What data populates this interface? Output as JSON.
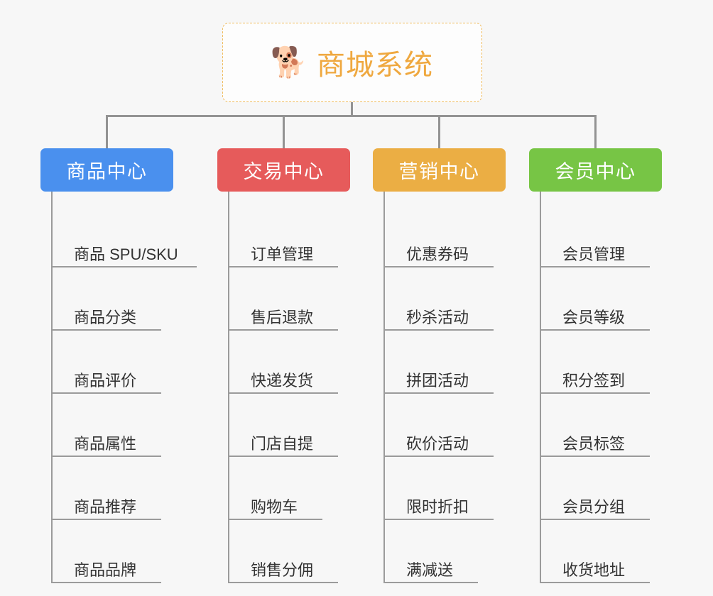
{
  "root": {
    "title": "商城系统",
    "icon": "shiba-dog-face-icon",
    "icon_glyph": "🐕",
    "border_color": "#f0bc5e",
    "text_color": "#efa83f",
    "background": "#fdfdfd"
  },
  "canvas": {
    "background": "#f7f7f7",
    "connector_color": "#939393",
    "leaf_rule_color": "#9b9b9b",
    "leaf_text_color": "#333333"
  },
  "categories": [
    {
      "label": "商品中心",
      "color": "#4a90ee",
      "items": [
        {
          "label": "商品 SPU/SKU",
          "rule_width": 205
        },
        {
          "label": "商品分类",
          "rule_width": 155
        },
        {
          "label": "商品评价",
          "rule_width": 155
        },
        {
          "label": "商品属性",
          "rule_width": 155
        },
        {
          "label": "商品推荐",
          "rule_width": 155
        },
        {
          "label": "商品品牌",
          "rule_width": 155
        }
      ]
    },
    {
      "label": "交易中心",
      "color": "#e65b5b",
      "items": [
        {
          "label": "订单管理",
          "rule_width": 155
        },
        {
          "label": "售后退款",
          "rule_width": 155
        },
        {
          "label": "快递发货",
          "rule_width": 155
        },
        {
          "label": "门店自提",
          "rule_width": 155
        },
        {
          "label": "购物车",
          "rule_width": 133
        },
        {
          "label": "销售分佣",
          "rule_width": 155
        }
      ]
    },
    {
      "label": "营销中心",
      "color": "#ebae44",
      "items": [
        {
          "label": "优惠券码",
          "rule_width": 155
        },
        {
          "label": "秒杀活动",
          "rule_width": 155
        },
        {
          "label": "拼团活动",
          "rule_width": 155
        },
        {
          "label": "砍价活动",
          "rule_width": 155
        },
        {
          "label": "限时折扣",
          "rule_width": 155
        },
        {
          "label": "满减送",
          "rule_width": 133
        }
      ]
    },
    {
      "label": "会员中心",
      "color": "#77c545",
      "items": [
        {
          "label": "会员管理",
          "rule_width": 155
        },
        {
          "label": "会员等级",
          "rule_width": 155
        },
        {
          "label": "积分签到",
          "rule_width": 155
        },
        {
          "label": "会员标签",
          "rule_width": 155
        },
        {
          "label": "会员分组",
          "rule_width": 155
        },
        {
          "label": "收货地址",
          "rule_width": 155
        }
      ]
    }
  ]
}
